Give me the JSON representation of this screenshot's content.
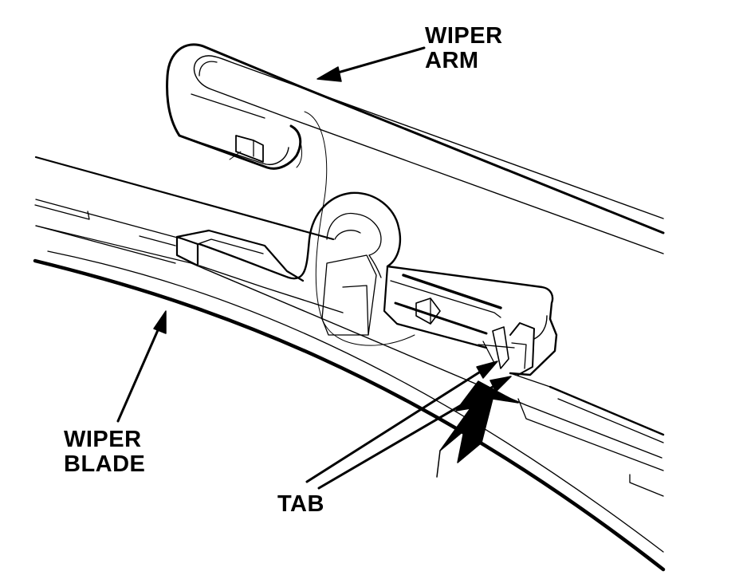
{
  "labels": {
    "wiper_arm": [
      "WIPER",
      "ARM"
    ],
    "wiper_blade": [
      "WIPER",
      "BLADE"
    ],
    "tab": "TAB"
  },
  "colors": {
    "ink": "#000000",
    "paper": "#ffffff"
  },
  "icons": {
    "push_arrow": "push-direction-arrow-icon",
    "callout_arrow": "callout-arrow-icon"
  }
}
